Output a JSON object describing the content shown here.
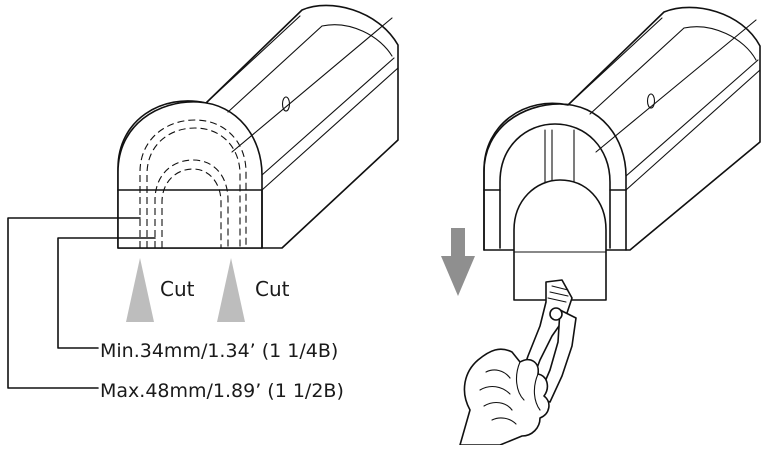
{
  "labels": {
    "cut_left": "Cut",
    "cut_right": "Cut",
    "min_dimension": "Min.34mm/1.34’ (1 1/4B)",
    "max_dimension": "Max.48mm/1.89’ (1 1/2B)"
  },
  "colors": {
    "line": "#111111",
    "cut_arrow": "#bdbdbd",
    "down_arrow": "#8f8f8f"
  },
  "icons": {
    "down_arrow": "down-arrow-icon",
    "cut_marker": "triangle-up-icon"
  }
}
